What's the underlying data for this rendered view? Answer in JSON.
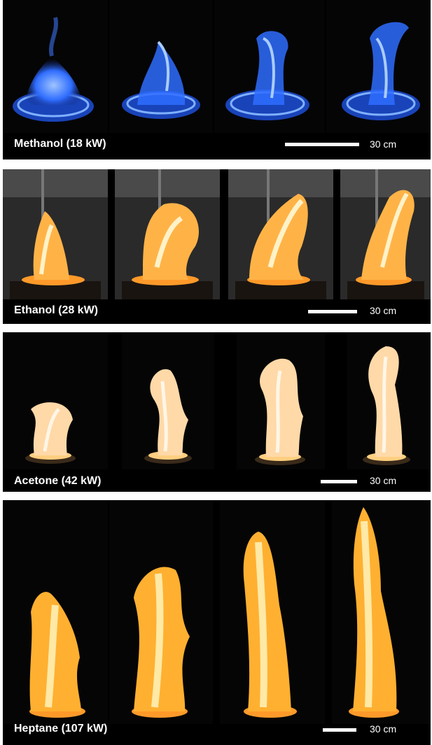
{
  "panels": [
    {
      "fuel_label": "Methanol (18 kW)",
      "scale_label": "30 cm",
      "flame_color": "#2f6dff"
    },
    {
      "fuel_label": "Ethanol (28 kW)",
      "scale_label": "30 cm",
      "flame_color": "#ffb347"
    },
    {
      "fuel_label": "Acetone (42 kW)",
      "scale_label": "30 cm",
      "flame_color": "#ffd9a8"
    },
    {
      "fuel_label": "Heptane (107 kW)",
      "scale_label": "30 cm",
      "flame_color": "#ffb030"
    }
  ]
}
